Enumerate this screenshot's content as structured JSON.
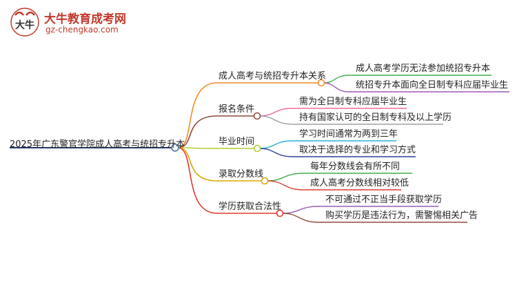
{
  "logo": {
    "title": "大牛教育成考网",
    "url": "gz-chengkao.com",
    "mark_text": "大牛"
  },
  "root": {
    "label": "2025年广东警官学院成人高考与统招专升本",
    "color": "#1f3864"
  },
  "branches": [
    {
      "label": "成人高考与统招专升本关系",
      "color": "#f28c28",
      "children": [
        {
          "label": "成人高考学历无法参加统招专升本",
          "color": "#3fae49"
        },
        {
          "label": "统招专升本面向全日制专科应届毕业生",
          "color": "#9b59b6"
        }
      ]
    },
    {
      "label": "报名条件",
      "color": "#8b4a3c",
      "children": [
        {
          "label": "需为全日制专科应届毕业生",
          "color": "#f06a9b"
        },
        {
          "label": "持有国家认可的全日制专科及以上学历",
          "color": "#9aa0a6"
        }
      ]
    },
    {
      "label": "毕业时间",
      "color": "#b7cc2e",
      "children": [
        {
          "label": "学习时间通常为两到三年",
          "color": "#27b0cf"
        },
        {
          "label": "取决于选择的专业和学习方式",
          "color": "#2d3e9a"
        }
      ]
    },
    {
      "label": "录取分数线",
      "color": "#d9a800",
      "children": [
        {
          "label": "每年分数线会有所不同",
          "color": "#3fae49"
        },
        {
          "label": "成人高考分数线相对较低",
          "color": "#e03a2f"
        }
      ]
    },
    {
      "label": "学历获取合法性",
      "color": "#e03a2f",
      "children": [
        {
          "label": "不可通过不正当手段获取学历",
          "color": "#9b59b6"
        },
        {
          "label": "购买学历是违法行为，需警惕相关广告",
          "color": "#8b4a3c"
        }
      ]
    }
  ]
}
